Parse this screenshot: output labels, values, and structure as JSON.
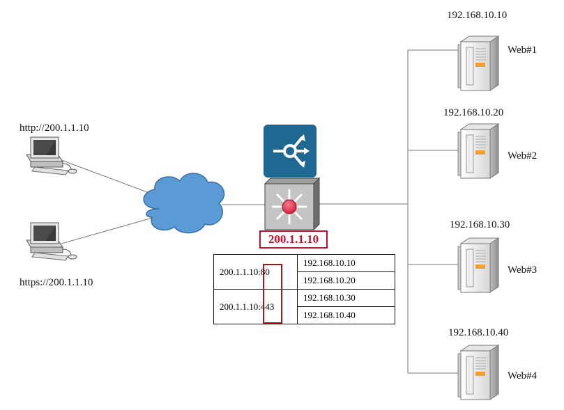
{
  "clients": [
    {
      "label": "http://200.1.1.10"
    },
    {
      "label": "https://200.1.1.10"
    }
  ],
  "load_balancer": {
    "vip_label": "200.1.1.10"
  },
  "mapping_table": [
    {
      "key": "200.1.1.10:80",
      "targets": [
        "192.168.10.10",
        "192.168.10.20"
      ]
    },
    {
      "key": "200.1.1.10:443",
      "targets": [
        "192.168.10.30",
        "192.168.10.40"
      ]
    }
  ],
  "servers": [
    {
      "ip": "192.168.10.10",
      "name": "Web#1"
    },
    {
      "ip": "192.168.10.20",
      "name": "Web#2"
    },
    {
      "ip": "192.168.10.30",
      "name": "Web#3"
    },
    {
      "ip": "192.168.10.40",
      "name": "Web#4"
    }
  ],
  "colors": {
    "cloud": "#5b9bd5",
    "lb_icon_bg": "#1f6891",
    "vip": "#c8102e",
    "server_accent": "#f0a030"
  }
}
